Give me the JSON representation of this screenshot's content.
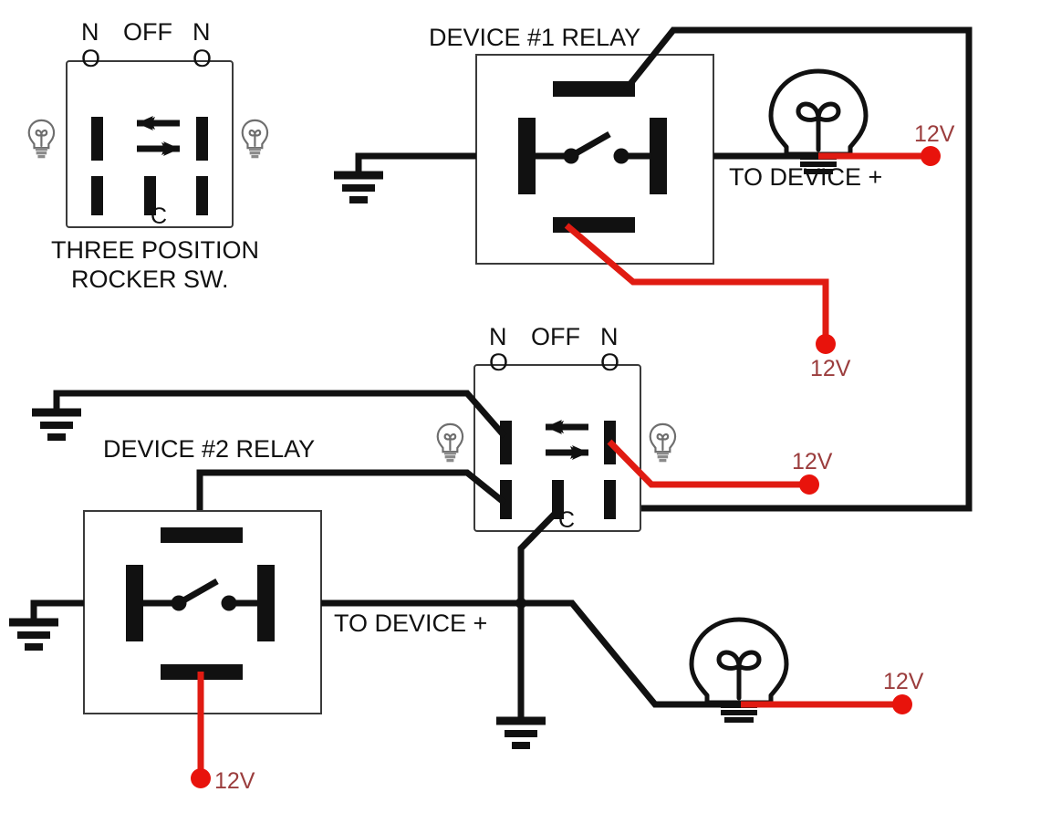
{
  "diagram": {
    "title_hidden": "Two three-position rocker switch relay wiring diagram",
    "colors": {
      "wire_black": "#111111",
      "wire_red": "#e01b12",
      "terminal_dot_red": "#e8130c",
      "voltage_label": "#9b3d3d",
      "box_outline": "#3a3a3a",
      "background": "#ffffff"
    }
  },
  "switch_top": {
    "name": "three-position-rocker-switch-top",
    "terminal_labels": {
      "left_no_line1": "N",
      "left_no_line2": "O",
      "off": "OFF",
      "right_no_line1": "N",
      "right_no_line2": "O",
      "common": "C"
    },
    "caption_line1": "THREE POSITION",
    "caption_line2": "ROCKER SW.",
    "arrow_left": "←",
    "arrow_right": "→"
  },
  "switch_middle": {
    "name": "three-position-rocker-switch-middle",
    "terminal_labels": {
      "left_no_line1": "N",
      "left_no_line2": "O",
      "off": "OFF",
      "right_no_line1": "N",
      "right_no_line2": "O",
      "common": "C"
    },
    "arrow_left": "←",
    "arrow_right": "→"
  },
  "relay_1": {
    "label": "DEVICE #1 RELAY",
    "output_label": "TO DEVICE +"
  },
  "relay_2": {
    "label": "DEVICE #2 RELAY",
    "output_label": "TO DEVICE +"
  },
  "voltage_labels": {
    "relay1_load": "12V",
    "relay1_coil": "12V",
    "switch_middle_right_no": "12V",
    "bottom_bulb": "12V",
    "relay2_coil": "12V"
  }
}
